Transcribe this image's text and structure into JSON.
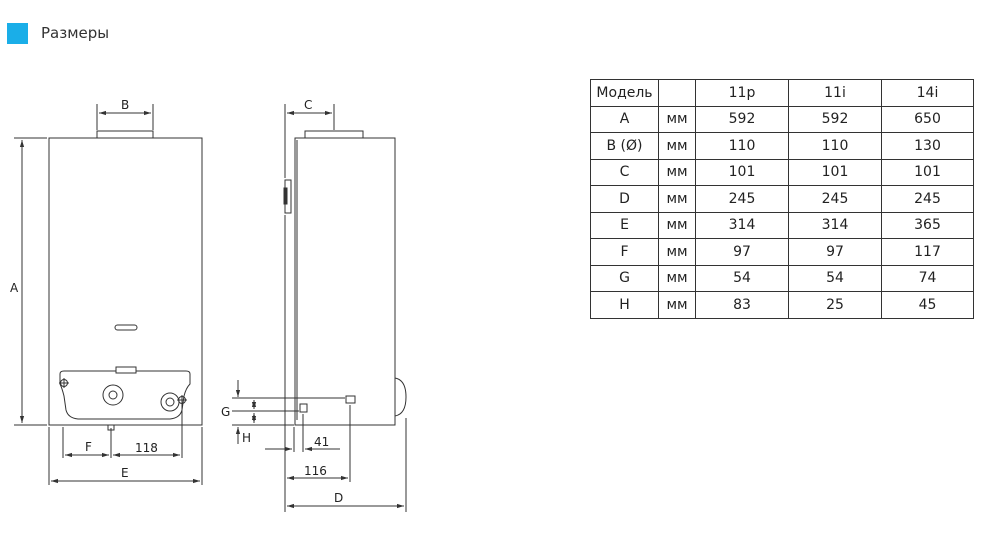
{
  "header": {
    "title": "Размеры",
    "accent_color": "#1aaee8"
  },
  "diagram": {
    "front": {
      "label_a": "A",
      "label_b": "B",
      "label_e": "E",
      "label_f": "F",
      "value_118": "118"
    },
    "side": {
      "label_c": "C",
      "label_d": "D",
      "label_g": "G",
      "label_h": "H",
      "value_41": "41",
      "value_116": "116"
    }
  },
  "table": {
    "header": [
      "Модель",
      "",
      "11p",
      "11i",
      "14i"
    ],
    "rows": [
      [
        "A",
        "мм",
        "592",
        "592",
        "650"
      ],
      [
        "B (Ø)",
        "мм",
        "110",
        "110",
        "130"
      ],
      [
        "C",
        "мм",
        "101",
        "101",
        "101"
      ],
      [
        "D",
        "мм",
        "245",
        "245",
        "245"
      ],
      [
        "E",
        "мм",
        "314",
        "314",
        "365"
      ],
      [
        "F",
        "мм",
        "97",
        "97",
        "117"
      ],
      [
        "G",
        "мм",
        "54",
        "54",
        "74"
      ],
      [
        "H",
        "мм",
        "83",
        "25",
        "45"
      ]
    ]
  }
}
